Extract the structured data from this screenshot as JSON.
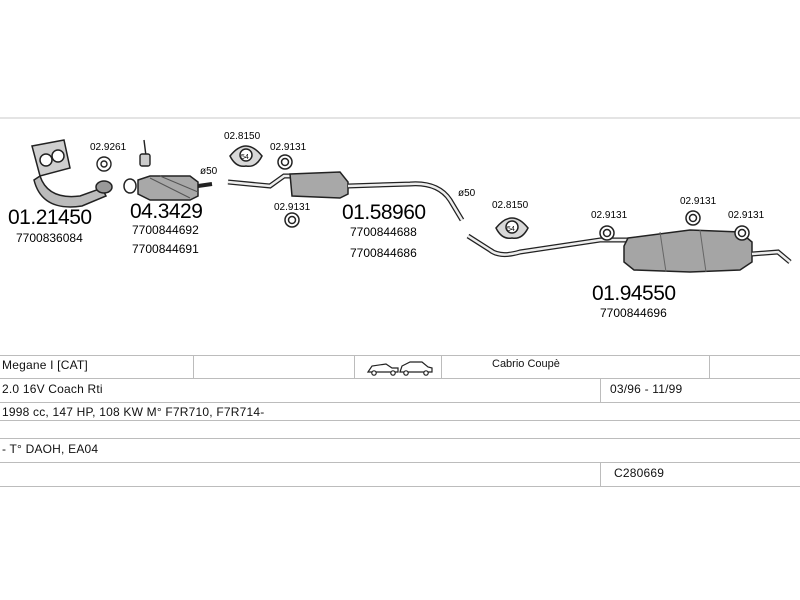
{
  "parts": {
    "manifold": {
      "code": "01.21450",
      "oem": "7700836084"
    },
    "manifold_clamp": {
      "code": "02.9261"
    },
    "catalyst": {
      "code": "04.3429",
      "oem1": "7700844692",
      "oem2": "7700844691"
    },
    "catalyst_diameter": "ø50",
    "mount_1": {
      "code": "02.8150"
    },
    "clamp_1": {
      "code": "02.9131"
    },
    "clamp_2": {
      "code": "02.9131"
    },
    "middle_silencer": {
      "code": "01.58960",
      "oem1": "7700844688",
      "oem2": "7700844686"
    },
    "middle_diameter": "ø50",
    "mount_2": {
      "code": "02.8150"
    },
    "clamp_3": {
      "code": "02.9131"
    },
    "clamp_4": {
      "code": "02.9131"
    },
    "clamp_5": {
      "code": "02.9131"
    },
    "rear_silencer": {
      "code": "01.94550",
      "oem": "7700844696"
    },
    "mount_label": "54"
  },
  "vehicle": {
    "model": "Megane I [CAT]",
    "body": "Cabrio Coupè",
    "engine": "2.0 16V Coach Rti",
    "period": "03/96 - 11/99",
    "specs": "1998 cc, 147 HP, 108 KW M° F7R710, F7R714-",
    "type": "- T° DAOH, EA04",
    "ref": "C280669"
  }
}
